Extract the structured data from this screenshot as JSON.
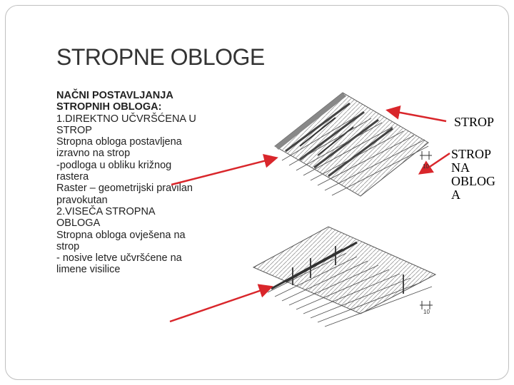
{
  "slide": {
    "title": "STROPNE OBLOGE",
    "body_lines": [
      "NAČNI POSTAVLJANJA",
      "STROPNIH OBLOGA:",
      "1.DIREKTNO UČVRŠĆENA U",
      "STROP",
      "Stropna obloga postavljena",
      "izravno   na strop",
      "-podloga u obliku križnog",
      "rastera",
      "Raster – geometrijski pravilan",
      "pravokutan",
      "2.VISEČA STROPNA",
      "OBLOGA",
      "Stropna obloga ovješena na",
      "strop",
      "- nosive letve učvršćene na",
      "limene visilice"
    ],
    "labels": {
      "strop": "STROP",
      "obloga_lines": [
        "STROP",
        "NA",
        "OBLOG",
        "A"
      ]
    },
    "dimension_labels": {
      "top": "10",
      "bottom": "10"
    },
    "colors": {
      "arrow": "#d9262b",
      "title": "#333333"
    }
  }
}
